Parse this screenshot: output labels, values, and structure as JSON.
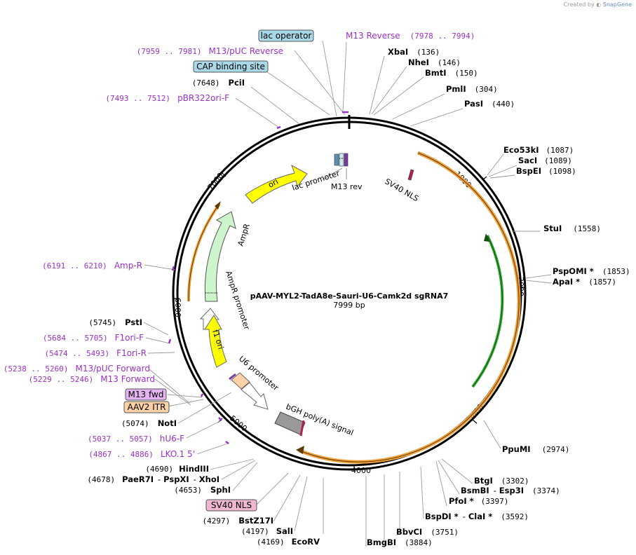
{
  "credit": {
    "prefix": "Created by",
    "brand": "SnapGene"
  },
  "plasmid": {
    "name": "pAAV-MYL2-TadA8e-Sauri-U6-Camk2d sgRNA7",
    "size": "7999 bp"
  },
  "colors": {
    "primer": "#9b30c8",
    "ori": "#ffff00",
    "ampr": "#ccf5cc",
    "promoter": "#ffffff",
    "orange_arc": "#f2a23a",
    "green_arc": "#33aa33",
    "lac_operator_box": "#a9d9e8",
    "cap_box": "#a9d9e8",
    "m13fwd_box": "#e3b3f2",
    "aav2_box": "#ffd1a6",
    "sv40_box": "#f0b8d0"
  },
  "ticks": [
    "1000",
    "2000",
    "3000",
    "4000",
    "5000",
    "6000",
    "7000"
  ],
  "sites_right": [
    {
      "name": "XbaI",
      "pos": "(136)"
    },
    {
      "name": "NheI",
      "pos": "(146)"
    },
    {
      "name": "BmtI",
      "pos": "(150)"
    },
    {
      "name": "PmlI",
      "pos": "(304)"
    },
    {
      "name": "PasI",
      "pos": "(440)"
    },
    {
      "name": "Eco53kI",
      "pos": "(1087)"
    },
    {
      "name": "SacI",
      "pos": "(1089)"
    },
    {
      "name": "BspEI",
      "pos": "(1098)"
    },
    {
      "name": "StuI",
      "pos": "(1558)"
    },
    {
      "name": "PspOMI *",
      "pos": "(1853)"
    },
    {
      "name": "ApaI *",
      "pos": "(1857)"
    },
    {
      "name": "PpuMI",
      "pos": "(2974)"
    },
    {
      "name": "BtgI",
      "pos": "(3302)"
    },
    {
      "name": "BsmBI",
      "sep": "-",
      "name2": "Esp3I",
      "pos": "(3374)"
    },
    {
      "name": "PfoI *",
      "pos": "(3397)"
    },
    {
      "name": "BspDI *",
      "sep": "-",
      "name2": "ClaI *",
      "pos": "(3592)"
    },
    {
      "name": "BbvCI",
      "pos": "(3751)"
    },
    {
      "name": "BmgBI",
      "pos": "(3884)"
    }
  ],
  "sites_left": [
    {
      "name": "PciI",
      "pos": "(7648)"
    },
    {
      "name": "PstI",
      "pos": "(5745)"
    },
    {
      "name": "NotI",
      "pos": "(5074)"
    },
    {
      "name": "HindIII",
      "pos": "(4690)"
    },
    {
      "name": "PaeR7I",
      "sep": "-",
      "name2": "PspXI",
      "sep2": "-",
      "name3": "XhoI",
      "pos": "(4678)"
    },
    {
      "name": "SphI",
      "pos": "(4653)"
    },
    {
      "name": "BstZ17I",
      "pos": "(4297)"
    },
    {
      "name": "SalI",
      "pos": "(4197)"
    },
    {
      "name": "EcoRV",
      "pos": "(4169)"
    }
  ],
  "primers": [
    {
      "range": "(7978 .. 7994)",
      "name": "M13 Reverse"
    },
    {
      "range": "(7959 .. 7981)",
      "name": "M13/pUC Reverse"
    },
    {
      "range": "(7493 .. 7512)",
      "name": "pBR322ori-F"
    },
    {
      "range": "(6191 .. 6210)",
      "name": "Amp-R"
    },
    {
      "range": "(5684 .. 5705)",
      "name": "F1ori-F"
    },
    {
      "range": "(5474 .. 5493)",
      "name": "F1ori-R"
    },
    {
      "range": "(5238 .. 5260)",
      "name": "M13/pUC Forward"
    },
    {
      "range": "(5229 .. 5246)",
      "name": "M13 Forward"
    },
    {
      "range": "(5037 .. 5057)",
      "name": "hU6-F"
    },
    {
      "range": "(4867 .. 4886)",
      "name": "LKO.1 5'"
    }
  ],
  "boxed_features": {
    "lac_operator": "lac operator",
    "cap_binding_site": "CAP binding site",
    "m13_fwd": "M13 fwd",
    "aav2_itr": "AAV2 ITR",
    "sv40_nls": "SV40 NLS"
  },
  "inner_labels": {
    "ori": "ori",
    "lac_promoter": "lac promoter",
    "m13_rev": "M13 rev",
    "sv40_nls": "SV40 NLS",
    "ampr": "AmpR",
    "ampr_promoter": "AmpR promoter",
    "f1_ori": "f1 ori",
    "u6_promoter": "U6 promoter",
    "bgh": "bGH poly(A) signal"
  }
}
